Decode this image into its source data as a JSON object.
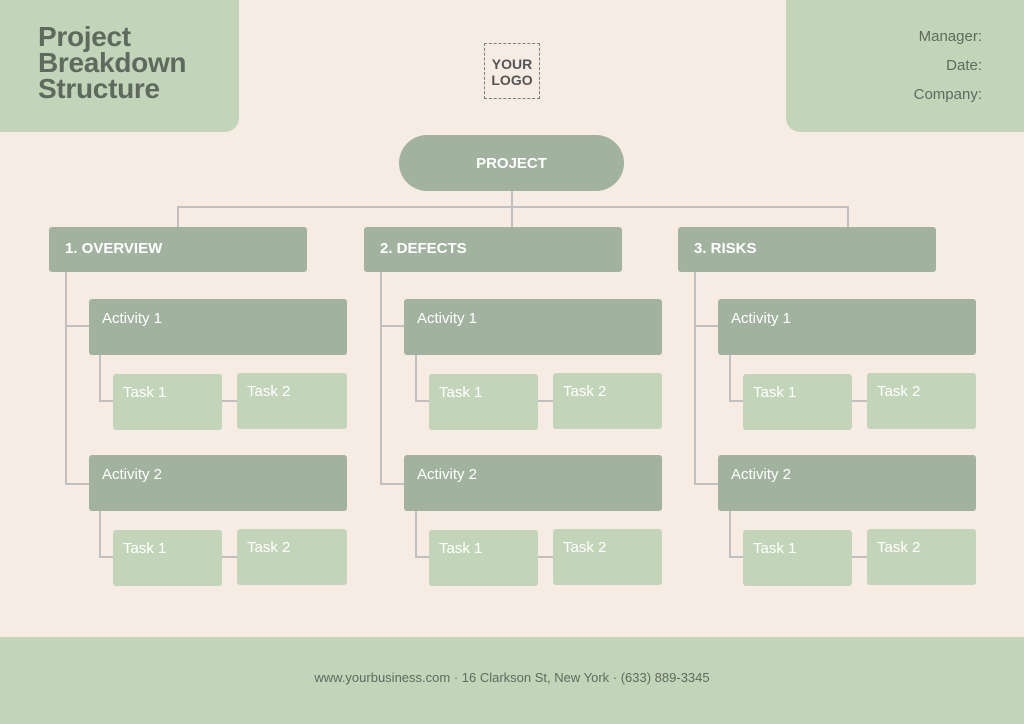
{
  "header": {
    "title_line1": "Project",
    "title_line2": "Breakdown",
    "title_line3": "Structure",
    "manager_label": "Manager:",
    "date_label": "Date:",
    "company_label": "Company:"
  },
  "logo": {
    "text": "YOUR\nLOGO"
  },
  "root": {
    "label": "PROJECT"
  },
  "sections": [
    {
      "label": "1. OVERVIEW",
      "activities": [
        {
          "label": "Activity 1",
          "tasks": [
            "Task 1",
            "Task 2"
          ]
        },
        {
          "label": "Activity 2",
          "tasks": [
            "Task 1",
            "Task 2"
          ]
        }
      ]
    },
    {
      "label": "2. DEFECTS",
      "activities": [
        {
          "label": "Activity 1",
          "tasks": [
            "Task 1",
            "Task 2"
          ]
        },
        {
          "label": "Activity 2",
          "tasks": [
            "Task 1",
            "Task 2"
          ]
        }
      ]
    },
    {
      "label": "3. RISKS",
      "activities": [
        {
          "label": "Activity 1",
          "tasks": [
            "Task 1",
            "Task 2"
          ]
        },
        {
          "label": "Activity 2",
          "tasks": [
            "Task 1",
            "Task 2"
          ]
        }
      ]
    }
  ],
  "footer": {
    "text": "www.yourbusiness.com · 16 Clarkson St, New York · (633) 889-3345"
  },
  "colors": {
    "background": "#f6ece3",
    "light_green": "#c2d5b9",
    "mid_green": "#a1b29f",
    "text_dark": "#5f6a5e",
    "connector": "#c0c0c0"
  }
}
